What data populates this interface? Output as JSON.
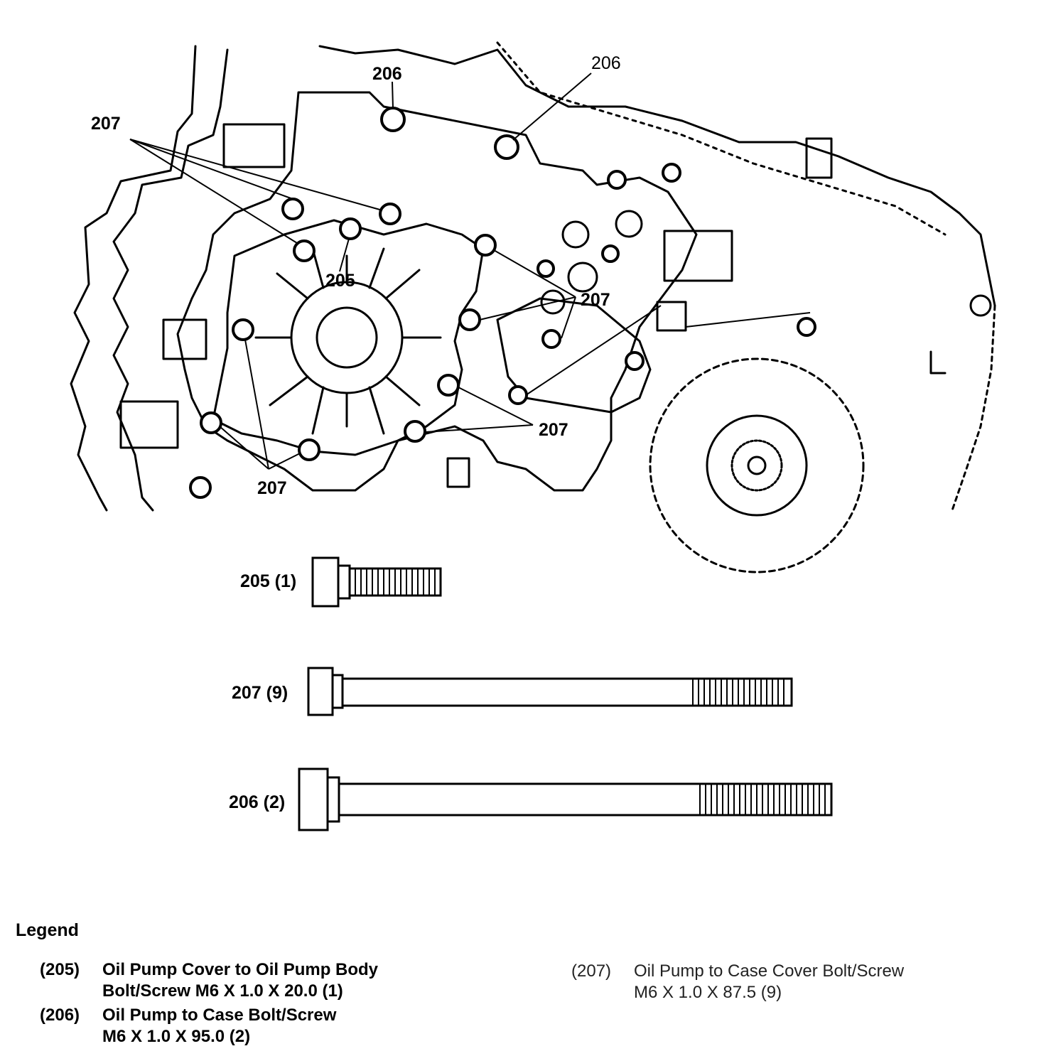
{
  "callouts": {
    "c206_top": "206",
    "c206_right": "206",
    "c207_left": "207",
    "c205": "205",
    "c207_right_mid": "207",
    "c207_right_low": "207",
    "c207_bottom": "207"
  },
  "bolts": [
    {
      "label": "205 (1)"
    },
    {
      "label": "207 (9)"
    },
    {
      "label": "206 (2)"
    }
  ],
  "legend": {
    "title": "Legend",
    "entries": [
      {
        "num": "(205)",
        "line1": "Oil Pump Cover to Oil Pump Body",
        "line2": "Bolt/Screw M6 X 1.0 X 20.0 (1)"
      },
      {
        "num": "(206)",
        "line1": "Oil Pump to Case Bolt/Screw",
        "line2": "M6 X 1.0 X 95.0 (2)"
      },
      {
        "num": "(207)",
        "line1": "Oil Pump to Case Cover Bolt/Screw",
        "line2": "M6 X 1.0 X 87.5 (9)"
      }
    ]
  }
}
